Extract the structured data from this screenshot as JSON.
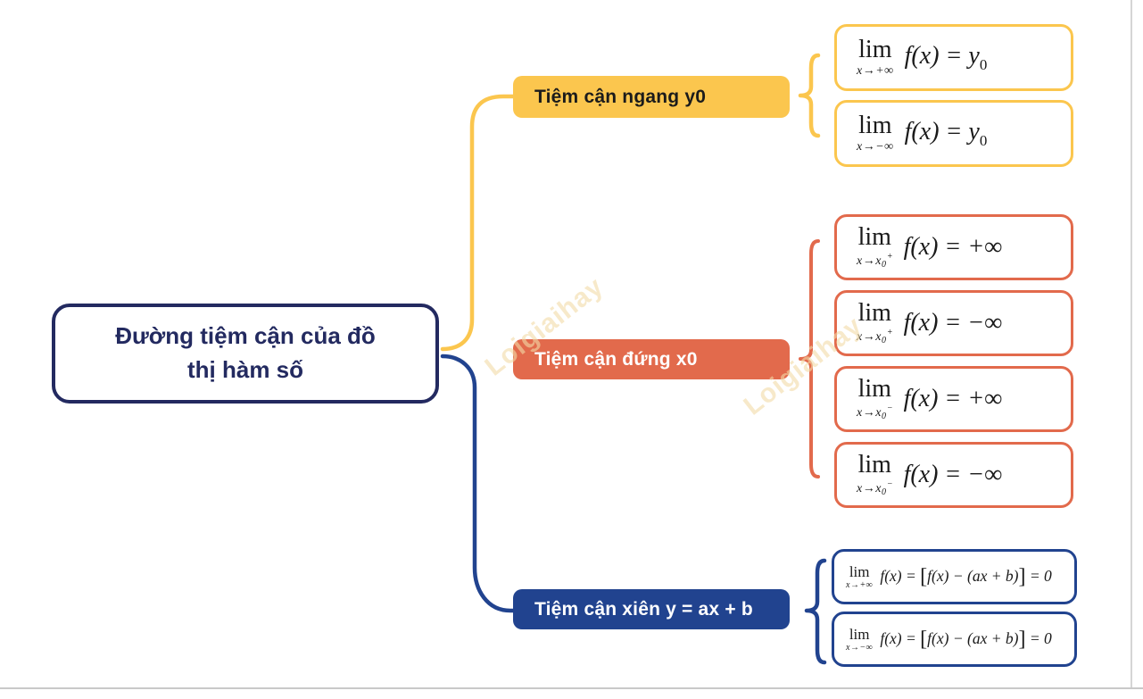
{
  "central": {
    "lines": [
      "Đường tiệm cận của đồ",
      "thị hàm số"
    ]
  },
  "watermark": {
    "text": "Loigiaihay"
  },
  "colors": {
    "yellow": "#FBC64E",
    "red": "#E26A4C",
    "blue": "#21438F",
    "navy": "#232A60",
    "formula_text": "#1A1A1A",
    "edge_gray": "#C9C9C9"
  },
  "branches": [
    {
      "id": "horizontal-asymptote",
      "label": "Tiệm cận ngang y0",
      "formulas": [
        {
          "lim": "lim",
          "sub": "x→+∞",
          "rhs": "f(x) = y",
          "rhs_sub": "0"
        },
        {
          "lim": "lim",
          "sub": "x→−∞",
          "rhs": "f(x) = y",
          "rhs_sub": "0"
        }
      ]
    },
    {
      "id": "vertical-asymptote",
      "label": "Tiệm cận đứng x0",
      "formulas": [
        {
          "lim": "lim",
          "sub_pre": "x→x",
          "sub_sub": "0",
          "sub_sup": "+",
          "rhs": "f(x) = +∞"
        },
        {
          "lim": "lim",
          "sub_pre": "x→x",
          "sub_sub": "0",
          "sub_sup": "+",
          "rhs": "f(x) = −∞"
        },
        {
          "lim": "lim",
          "sub_pre": "x→x",
          "sub_sub": "0",
          "sub_sup": "−",
          "rhs": "f(x) = +∞"
        },
        {
          "lim": "lim",
          "sub_pre": "x→x",
          "sub_sub": "0",
          "sub_sup": "−",
          "rhs": "f(x) = −∞"
        }
      ]
    },
    {
      "id": "oblique-asymptote",
      "label": "Tiệm cận xiên y = ax + b",
      "formulas": [
        {
          "lim": "lim",
          "sub": "x→+∞",
          "rhs_a": "f(x) = ",
          "bracket_l": "[",
          "rhs_b": "f(x) − (ax + b)",
          "bracket_r": "]",
          "rhs_c": " = 0"
        },
        {
          "lim": "lim",
          "sub": "x→−∞",
          "rhs_a": "f(x) = ",
          "bracket_l": "[",
          "rhs_b": "f(x) − (ax + b)",
          "bracket_r": "]",
          "rhs_c": " = 0"
        }
      ]
    }
  ]
}
